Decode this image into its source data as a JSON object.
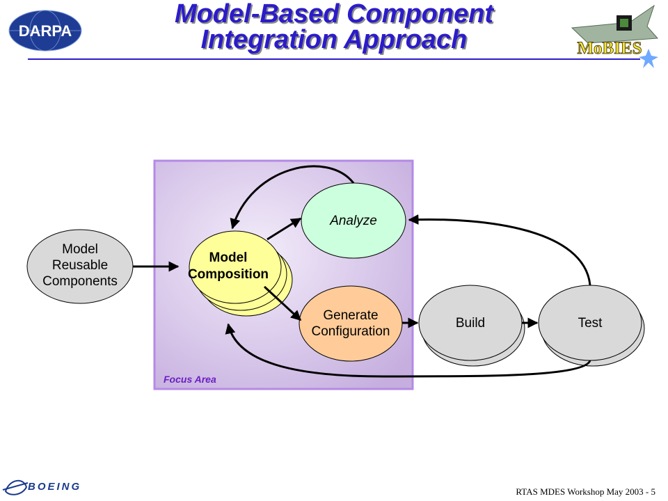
{
  "header": {
    "title_line1": "Model-Based Component",
    "title_line2": "Integration Approach",
    "left_logo": "DARPA",
    "right_logo": "MoBIES"
  },
  "diagram": {
    "focus_area_label": "Focus Area",
    "nodes": {
      "reusable": {
        "line1": "Model",
        "line2": "Reusable",
        "line3": "Components"
      },
      "composition": {
        "line1": "Model",
        "line2": "Composition"
      },
      "analyze": {
        "label": "Analyze"
      },
      "generate": {
        "line1": "Generate",
        "line2": "Configuration"
      },
      "build": {
        "label": "Build"
      },
      "test": {
        "label": "Test"
      }
    }
  },
  "footer": {
    "company": "BOEING",
    "caption": "RTAS MDES Workshop May  2003 - 5"
  },
  "colors": {
    "title": "#2b1cc9",
    "focus_area_fill": "#c9b2e0",
    "focus_area_border": "#b48ae6",
    "focus_label": "#6a1fc4",
    "composition_fill": "#ffff99",
    "analyze_fill": "#ccffdd",
    "generate_fill": "#ffcc99",
    "gray_fill": "#d9d9d9"
  }
}
